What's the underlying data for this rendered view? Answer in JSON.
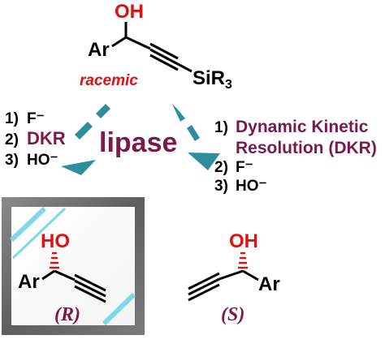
{
  "top": {
    "oh": "OH",
    "ar": "Ar",
    "si": "SiR",
    "si_sub": "3",
    "racemic": "racemic"
  },
  "center": {
    "lipase": "lipase"
  },
  "left_steps": {
    "s1_num": "1)",
    "s1_text": "F⁻",
    "s2_num": "2)",
    "s2_text": "DKR",
    "s3_num": "3)",
    "s3_text": "HO⁻"
  },
  "right_steps": {
    "s1_num": "1)",
    "s1_line1": "Dynamic Kinetic",
    "s1_line2": "Resolution (DKR)",
    "s2_num": "2)",
    "s2_text": "F⁻",
    "s3_num": "3)",
    "s3_text": "HO⁻"
  },
  "product_r": {
    "oh": "HO",
    "ar": "Ar",
    "label": "(R)"
  },
  "product_s": {
    "oh": "OH",
    "ar": "Ar",
    "label": "(S)"
  },
  "colors": {
    "oh_red": "#e01010",
    "dkr_purple": "#7a1a4c",
    "arrow_teal": "#2e8ea0",
    "mirror_frame": "#6f6f6f",
    "mirror_glass": "#7fd8e8"
  }
}
